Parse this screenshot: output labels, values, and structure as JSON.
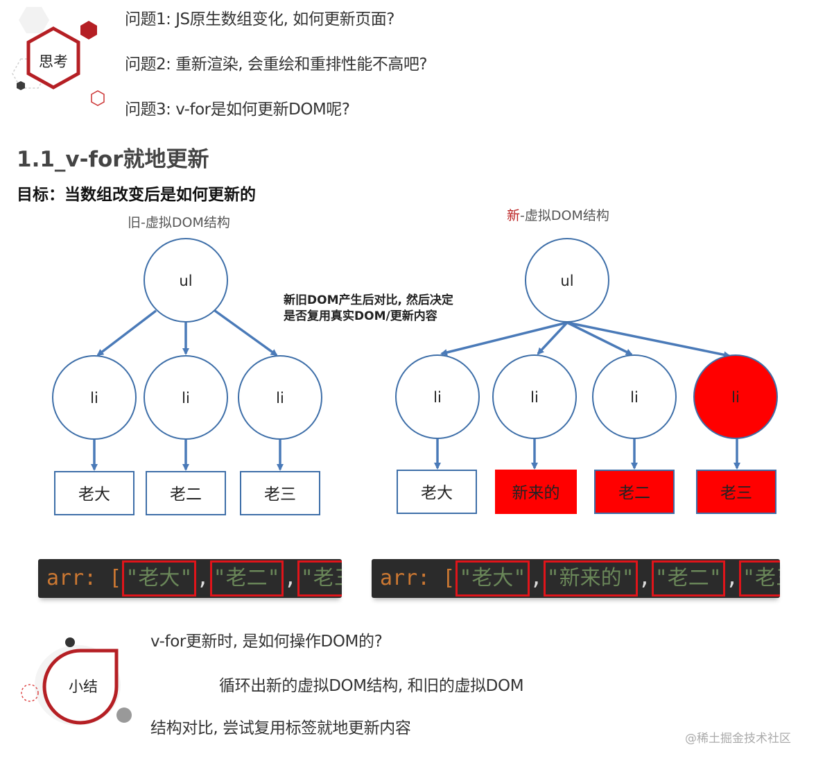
{
  "think_badge": {
    "label": "思考"
  },
  "questions": [
    "问题1: JS原生数组变化, 如何更新页面?",
    "问题2: 重新渲染, 会重绘和重排性能不高吧?",
    "问题3: v-for是如何更新DOM呢?"
  ],
  "section_title": "1.1_v-for就地更新",
  "goal": "目标：当数组改变后是如何更新的",
  "old_tree": {
    "title": "旧-虚拟DOM结构",
    "root": "ul",
    "children": [
      {
        "label": "li",
        "text": "老大"
      },
      {
        "label": "li",
        "text": "老二"
      },
      {
        "label": "li",
        "text": "老三"
      }
    ]
  },
  "new_tree": {
    "title_prefix": "新",
    "title_rest": "-虚拟DOM结构",
    "root": "ul",
    "children": [
      {
        "label": "li",
        "text": "老大"
      },
      {
        "label": "li",
        "text": "新来的"
      },
      {
        "label": "li",
        "text": "老二"
      },
      {
        "label": "li",
        "text": "老三"
      }
    ]
  },
  "compare_note": [
    "新旧DOM产生后对比, 然后决定",
    "是否复用真实DOM/更新内容"
  ],
  "old_code": {
    "prefix": "arr: [",
    "items": [
      "\"老大\"",
      "\"老二\"",
      "\"老三\""
    ],
    "separator": ",",
    "suffix": "]"
  },
  "new_code": {
    "prefix": "arr: [",
    "items": [
      "\"老大\"",
      "\"新来的\"",
      "\"老二\"",
      "\"老三\""
    ],
    "separator": ",",
    "suffix": "]"
  },
  "summary_badge": {
    "label": "小结"
  },
  "summary": {
    "question": "v-for更新时, 是如何操作DOM的?",
    "answer_line1": "循环出新的虚拟DOM结构, 和旧的虚拟DOM",
    "answer_line2": "结构对比, 尝试复用标签就地更新内容"
  },
  "watermark": "@稀土掘金技术社区",
  "colors": {
    "node_stroke": "#3d6ea8",
    "arrow": "#4a7ab8",
    "highlight_red": "#ff0000",
    "badge_red": "#b51f24",
    "code_bg": "#2b2b2b",
    "code_keyword": "#cc7832",
    "code_string": "#6a8759"
  }
}
